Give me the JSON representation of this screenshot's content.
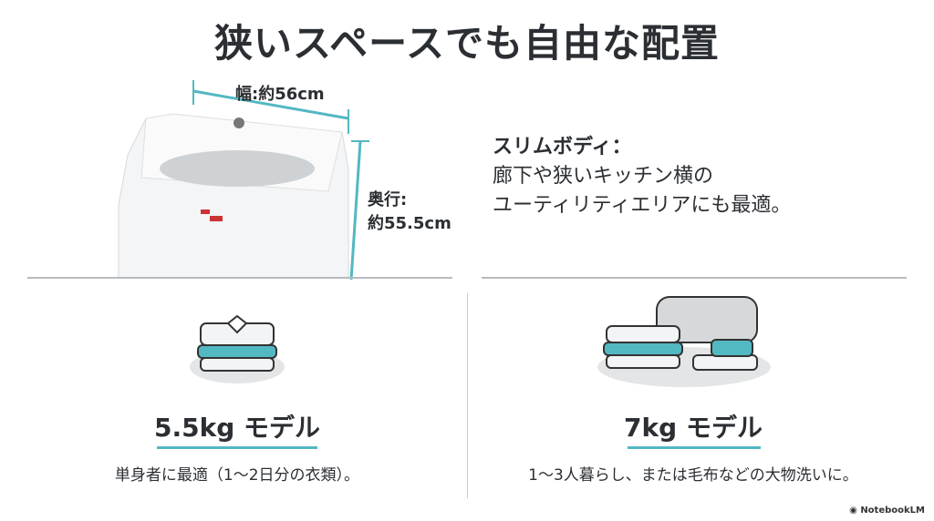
{
  "title": "狭いスペースでも自由な配置",
  "dimensions": {
    "width": "幅:約56cm",
    "depth_label": "奥行:",
    "depth_value": "約55.5cm"
  },
  "slim": {
    "heading": "スリムボディ：",
    "line1": "廊下や狭いキッチン横の",
    "line2": "ユーティリティエリアにも最適。"
  },
  "models": [
    {
      "name": "5.5kg モデル",
      "desc": "単身者に最適（1〜2日分の衣類）。"
    },
    {
      "name": "7kg モデル",
      "desc": "1〜3人暮らし、または毛布などの大物洗いに。"
    }
  ],
  "brand": "NotebookLM",
  "colors": {
    "accent": "#52b8c2"
  }
}
